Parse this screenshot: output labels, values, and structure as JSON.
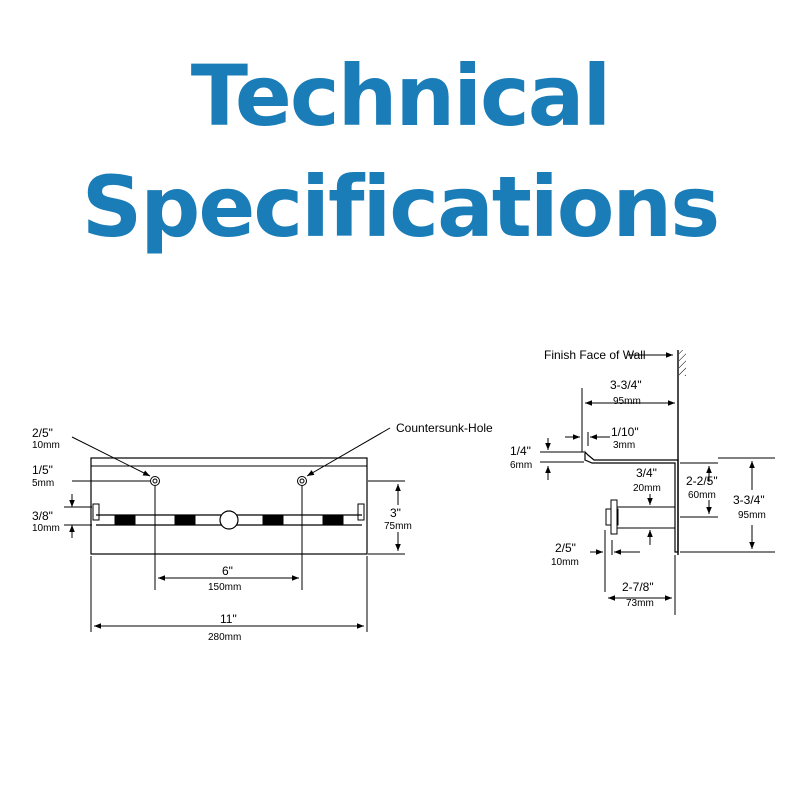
{
  "title": {
    "line1": "Technical",
    "line2": "Specifications",
    "color": "#1a7db8"
  },
  "front_view": {
    "callout_left": {
      "in": "2/5\"",
      "mm": "10mm"
    },
    "callout_right": "Countersunk-Hole",
    "hole_offset": {
      "in": "1/5\"",
      "mm": "5mm"
    },
    "rail_offset": {
      "in": "3/8\"",
      "mm": "10mm"
    },
    "hole_spacing": {
      "in": "6\"",
      "mm": "150mm"
    },
    "overall_width": {
      "in": "11\"",
      "mm": "280mm"
    },
    "height": {
      "in": "3\"",
      "mm": "75mm"
    }
  },
  "side_view": {
    "wall_label": "Finish Face of Wall",
    "depth": {
      "in": "3-3/4\"",
      "mm": "95mm"
    },
    "lip": {
      "in": "1/10\"",
      "mm": "3mm"
    },
    "lip_height": {
      "in": "1/4\"",
      "mm": "6mm"
    },
    "rail_height": {
      "in": "3/4\"",
      "mm": "20mm"
    },
    "mount_height": {
      "in": "2-2/5\"",
      "mm": "60mm"
    },
    "total_height": {
      "in": "3-3/4\"",
      "mm": "95mm"
    },
    "knob": {
      "in": "2/5\"",
      "mm": "10mm"
    },
    "rail_depth": {
      "in": "2-7/8\"",
      "mm": "73mm"
    }
  }
}
